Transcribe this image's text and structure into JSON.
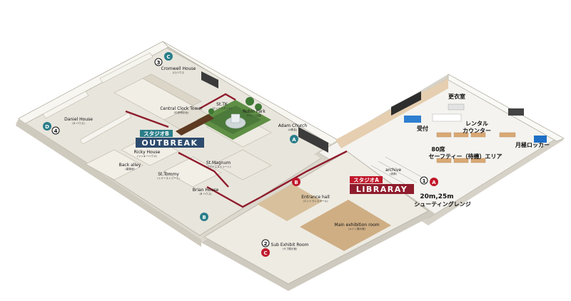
{
  "map": {
    "studio_b": {
      "tag": "スタジオB",
      "name": "OUTBREAK"
    },
    "studio_a": {
      "tag": "スタジオA",
      "name": "LIBRARAY"
    },
    "rooms": [
      {
        "id": "cromwell",
        "name": "Cromwell House",
        "sub": "(C)ハウス"
      },
      {
        "id": "clock",
        "name": "Central Clock Tower",
        "sub": "(中央時計台)"
      },
      {
        "id": "sttk",
        "name": "St.TK",
        "sub": "(セントスタジオ)"
      },
      {
        "id": "robin",
        "name": "Robin Park",
        "sub": "(ロビン公園)"
      },
      {
        "id": "adam",
        "name": "Adam Church",
        "sub": "(A教会)"
      },
      {
        "id": "daniel",
        "name": "Daniel House",
        "sub": "(D ハウス)"
      },
      {
        "id": "ricky",
        "name": "Ricky House",
        "sub": "(リッキーハウス)"
      },
      {
        "id": "backalley",
        "name": "Back alley",
        "sub": "(裏路地)"
      },
      {
        "id": "sttommy",
        "name": "St.Tommy",
        "sub": "(トミーストリート)"
      },
      {
        "id": "stmagnum",
        "name": "St.Magnum",
        "sub": "(マグナムストリート)"
      },
      {
        "id": "brian",
        "name": "Brian House",
        "sub": "(B ハウス)"
      },
      {
        "id": "entrance",
        "name": "Entrance hall",
        "sub": "(エントランスホール)"
      },
      {
        "id": "main",
        "name": "Main exhibition room",
        "sub": "(メイン展示室)"
      },
      {
        "id": "subex",
        "name": "Sub Exhibit Room",
        "sub": "(サブ展示室)"
      },
      {
        "id": "archive",
        "name": "archive",
        "sub": "(書庫)"
      }
    ],
    "jp_labels": {
      "changing": "更衣室",
      "reception": "受付",
      "rental1": "レンタル",
      "rental2": "カウンター",
      "seats1": "80席",
      "seats2": "セーフティー（待機）エリア",
      "locker": "月極ロッカー",
      "range1": "20m,25m",
      "range2": "シューティングレンジ"
    },
    "markers": {
      "n1": "1",
      "n2": "2",
      "n3": "3",
      "n4": "4",
      "a": "A",
      "b": "B",
      "c": "C",
      "d": "D"
    },
    "colors": {
      "wall": "#f3f1ea",
      "floor": "#e7e4db",
      "wood": "#c8a37a",
      "maroon": "#8f1c2c",
      "teal": "#2a7e8a",
      "green": "#4b7a3a",
      "navy": "#2d4b6e",
      "blue": "#2f7fd1",
      "red": "#c0182b"
    }
  }
}
